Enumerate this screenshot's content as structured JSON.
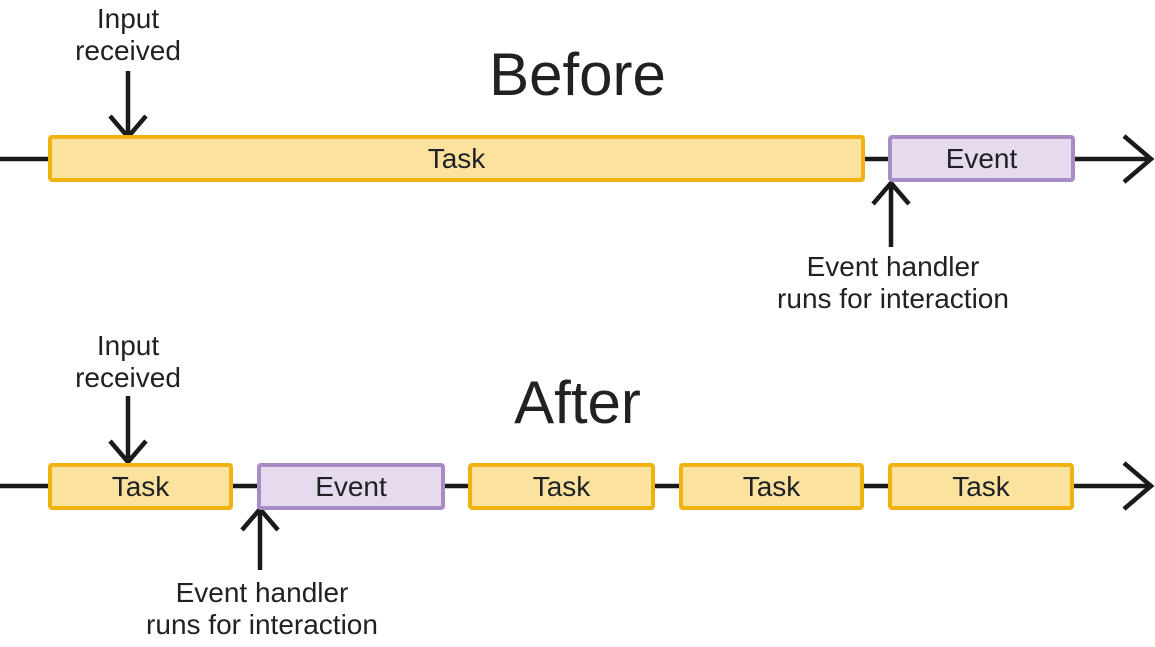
{
  "colors": {
    "background": "#ffffff",
    "text": "#202124",
    "line": "#1a1a1a",
    "task_fill": "#fbe29e",
    "task_border": "#f0b211",
    "event_fill": "#e6daee",
    "event_border": "#a98bc6"
  },
  "before": {
    "title": "Before",
    "input_label": {
      "line1": "Input",
      "line2": "received"
    },
    "handler_label": {
      "line1": "Event handler",
      "line2": "runs for interaction"
    },
    "segments": [
      {
        "type": "task",
        "label": "Task"
      },
      {
        "type": "event",
        "label": "Event"
      }
    ]
  },
  "after": {
    "title": "After",
    "input_label": {
      "line1": "Input",
      "line2": "received"
    },
    "handler_label": {
      "line1": "Event handler",
      "line2": "runs for interaction"
    },
    "segments": [
      {
        "type": "task",
        "label": "Task"
      },
      {
        "type": "event",
        "label": "Event"
      },
      {
        "type": "task",
        "label": "Task"
      },
      {
        "type": "task",
        "label": "Task"
      },
      {
        "type": "task",
        "label": "Task"
      }
    ]
  }
}
